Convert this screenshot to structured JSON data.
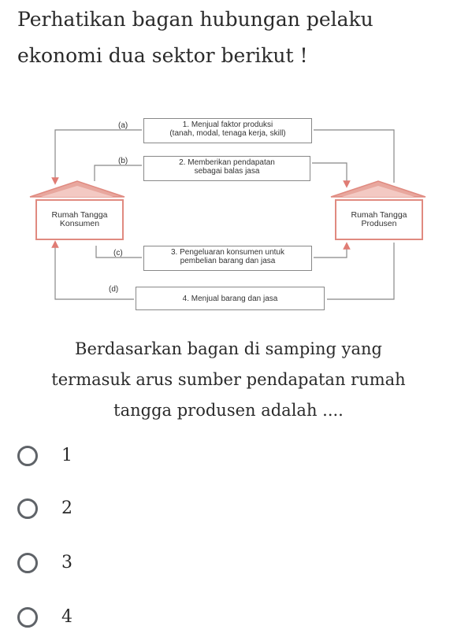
{
  "question": {
    "title_lines": [
      "Perhatikan bagan hubungan pelaku",
      "ekonomi dua sektor berikut !"
    ],
    "text_lines": [
      "Berdasarkan bagan di samping yang",
      "termasuk arus sumber pendapatan rumah",
      "tangga produsen adalah ...."
    ]
  },
  "diagram": {
    "left_house": [
      "Rumah Tangga",
      "Konsumen"
    ],
    "right_house": [
      "Rumah Tangga",
      "Produsen"
    ],
    "flows": [
      {
        "tag": "(a)",
        "lines": [
          "1. Menjual faktor produksi",
          "(tanah, modal, tenaga kerja, skill)"
        ]
      },
      {
        "tag": "(b)",
        "lines": [
          "2. Memberikan pendapatan",
          "sebagai balas jasa"
        ]
      },
      {
        "tag": "(c)",
        "lines": [
          "3. Pengeluaran konsumen untuk",
          "pembelian barang dan jasa"
        ]
      },
      {
        "tag": "(d)",
        "lines": [
          "4. Menjual barang dan jasa"
        ]
      }
    ]
  },
  "options": [
    {
      "label": "1",
      "selected": false
    },
    {
      "label": "2",
      "selected": false
    },
    {
      "label": "3",
      "selected": false
    },
    {
      "label": "4",
      "selected": false
    }
  ],
  "colors": {
    "house_roof": "#e8a79e",
    "house_stroke": "#e08a80",
    "line": "#888888",
    "arrow": "#e07c74",
    "radio_border": "#5f6368"
  }
}
